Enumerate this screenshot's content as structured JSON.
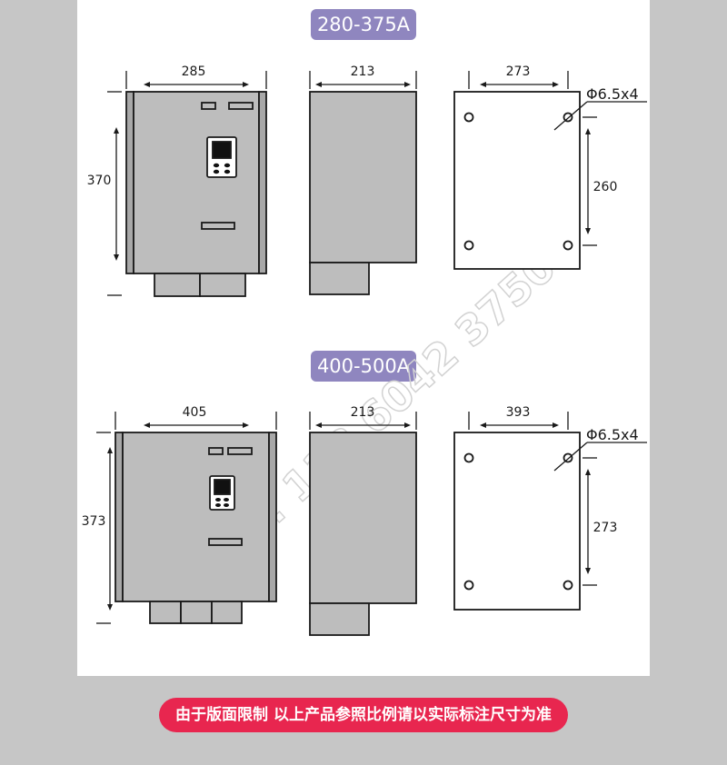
{
  "colors": {
    "background": "#c6c6c6",
    "panel": "#ffffff",
    "badge": "#8f86bf",
    "notice": "#e8264f",
    "enclosure_fill": "#bdbdbd",
    "flange_fill": "#a8a8a8",
    "line": "#1a1a1a"
  },
  "watermark": "TEL: 138 6042 3750",
  "sections": [
    {
      "badge": "280-375A",
      "front": {
        "width_label": "285",
        "height_label": "370"
      },
      "side": {
        "depth_label": "213"
      },
      "mount": {
        "width_label": "273",
        "height_label": "260",
        "hole_label": "Φ6.5x4"
      }
    },
    {
      "badge": "400-500A",
      "front": {
        "width_label": "405",
        "height_label": "373"
      },
      "side": {
        "depth_label": "213"
      },
      "mount": {
        "width_label": "393",
        "height_label": "273",
        "hole_label": "Φ6.5x4"
      }
    }
  ],
  "notice": "由于版面限制 以上产品参照比例请以实际标注尺寸为准"
}
